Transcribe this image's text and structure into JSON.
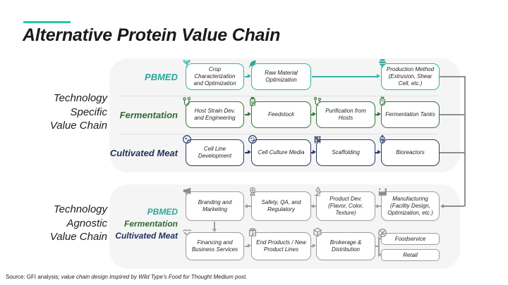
{
  "title": "Alternative Protein Value Chain",
  "colors": {
    "accent": "#2CC3AC",
    "teal": "#2AA79B",
    "green": "#2F6B2F",
    "navy": "#22325B",
    "gray_connector": "#8f8f8f",
    "container_bg": "#f5f5f6"
  },
  "specific": {
    "side_label": "Technology\nSpecific\nValue Chain",
    "rows": [
      {
        "label": "PBMED",
        "boxes": [
          {
            "text": "Crop Characterization and Optimization",
            "icon": "sprout"
          },
          {
            "text": "Raw Material Optimization",
            "icon": "leaf"
          },
          {
            "text": "Production Method (Extrusion, Shear Cell, etc.)",
            "icon": "extruder"
          }
        ]
      },
      {
        "label": "Fermentation",
        "boxes": [
          {
            "text": "Host Strain Dev. and Engineering",
            "icon": "strain"
          },
          {
            "text": "Feedstock",
            "icon": "jar"
          },
          {
            "text": "Purification from Hosts",
            "icon": "molecule"
          },
          {
            "text": "Fermentation Tanks",
            "icon": "tank"
          }
        ]
      },
      {
        "label": "Cultivated Meat",
        "boxes": [
          {
            "text": "Cell Line Development",
            "icon": "petri"
          },
          {
            "text": "Cell Culture Media",
            "icon": "cells"
          },
          {
            "text": "Scaffolding",
            "icon": "scaffold"
          },
          {
            "text": "Bioreactors",
            "icon": "bioreactor"
          }
        ]
      }
    ]
  },
  "agnostic": {
    "side_label": "Technology\nAgnostic\nValue Chain",
    "tech_labels": [
      "PBMED",
      "Fermentation",
      "Cultivated Meat"
    ],
    "row1": [
      {
        "text": "Branding and Marketing",
        "icon": "megaphone"
      },
      {
        "text": "Safety, QA, and Regulatory",
        "icon": "badge"
      },
      {
        "text": "Product Dev. (Flavor, Color, Texture)",
        "icon": "microscope"
      },
      {
        "text": "Manufacturing (Facility Design, Optimization, etc.)",
        "icon": "factory"
      }
    ],
    "row2": [
      {
        "text": "Financing and Business Services",
        "icon": "handshake"
      },
      {
        "text": "End Products / New Product Lines",
        "icon": "package"
      },
      {
        "text": "Brokerage & Distribution",
        "icon": "cube"
      }
    ],
    "endpoints": [
      {
        "text": "Foodservice",
        "icon": "utensils"
      },
      {
        "text": "Retail"
      }
    ]
  },
  "source": {
    "normal": "Source: GFI analysis; ",
    "italic": "value chain design inspired by Wild Type’s Food for Thought Medium post."
  }
}
